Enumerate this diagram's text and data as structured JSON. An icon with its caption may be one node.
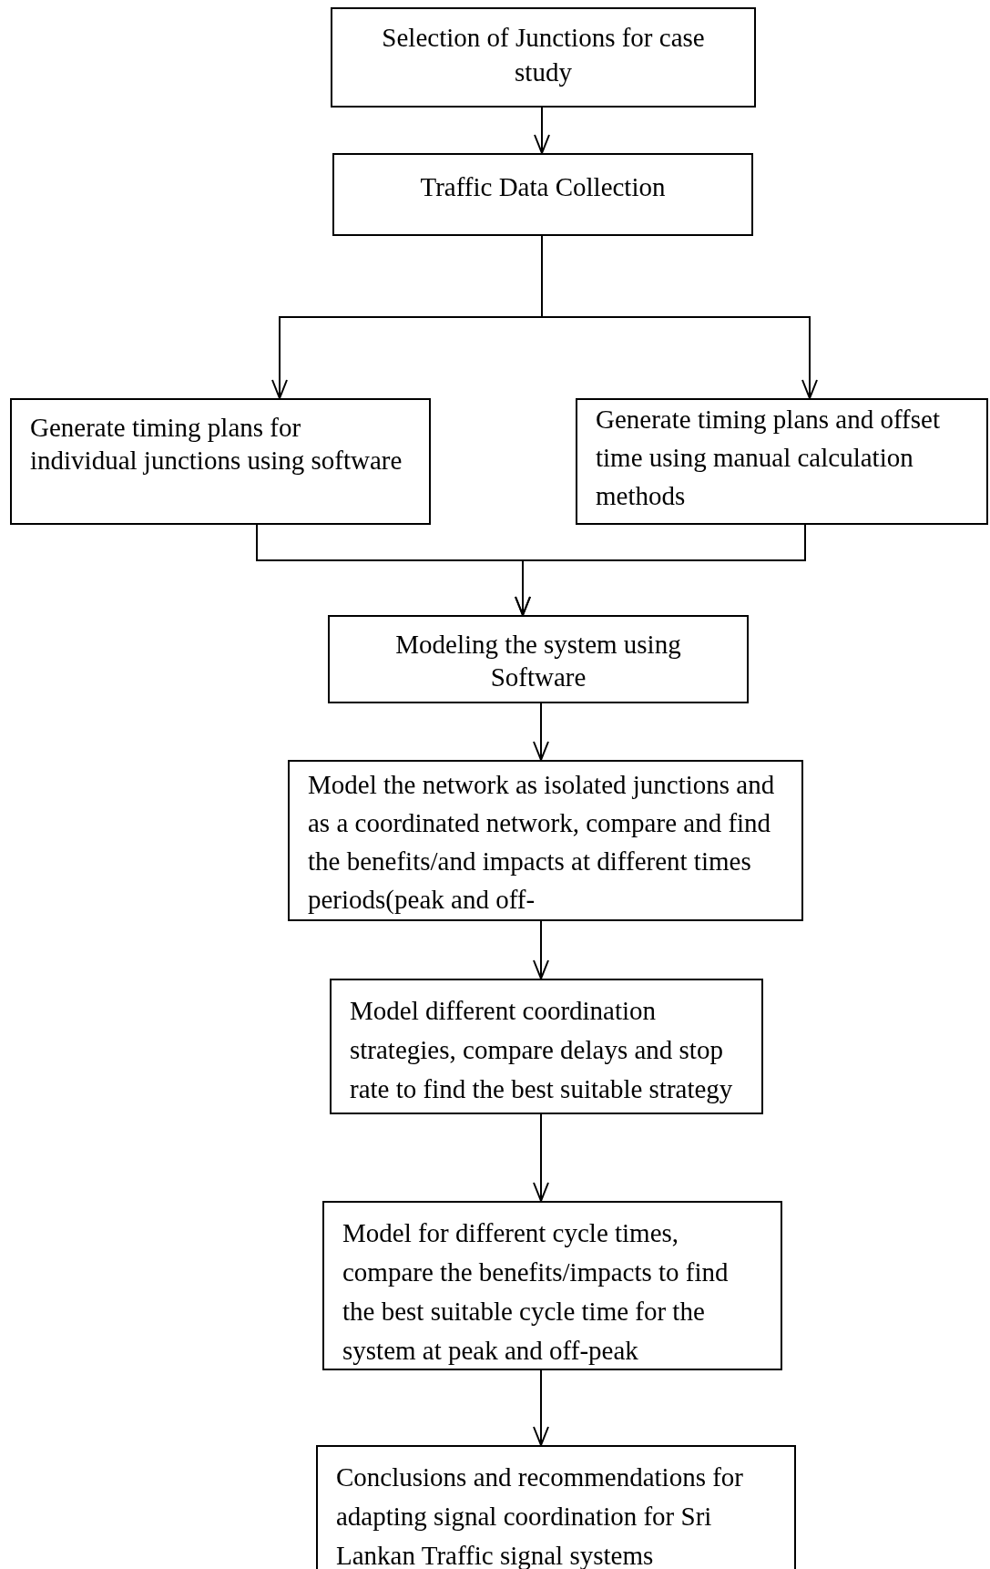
{
  "diagram": {
    "nodes": [
      {
        "text": [
          "Selection of Junctions for case study"
        ]
      },
      {
        "text": [
          "Traffic Data Collection"
        ]
      },
      {
        "text": [
          "Generate timing plans for individual junctions using software"
        ]
      },
      {
        "text": [
          "Generate timing plans and offset time using manual calculation methods"
        ]
      },
      {
        "text": [
          "Modeling the system using Software"
        ]
      },
      {
        "text": [
          "Model the network as isolated junctions and as a coordinated network, compare and find the benefits/and impacts at different times periods(peak and off-"
        ]
      },
      {
        "text": [
          "Model different coordination strategies, compare delays and stop rate to find the best suitable strategy"
        ]
      },
      {
        "text": [
          "Model for different cycle times, compare the benefits/impacts to find the best suitable cycle time for the system at peak and off-peak"
        ]
      },
      {
        "text": [
          "Conclusions and recommendations for adapting signal coordination for Sri Lankan Traffic signal systems"
        ]
      }
    ],
    "edges": [
      {
        "from": 0,
        "to": 1,
        "arrow": "to"
      },
      {
        "from": 1,
        "to": 2,
        "arrow": "to"
      },
      {
        "from": 1,
        "to": 3,
        "arrow": "to"
      },
      {
        "from": 2,
        "to": 4,
        "arrow": "to"
      },
      {
        "from": 3,
        "to": 4,
        "arrow": "to"
      },
      {
        "from": 4,
        "to": 5,
        "arrow": "to"
      },
      {
        "from": 5,
        "to": 6,
        "arrow": "to"
      },
      {
        "from": 6,
        "to": 7,
        "arrow": "to"
      },
      {
        "from": 7,
        "to": 8,
        "arrow": "to"
      }
    ]
  }
}
